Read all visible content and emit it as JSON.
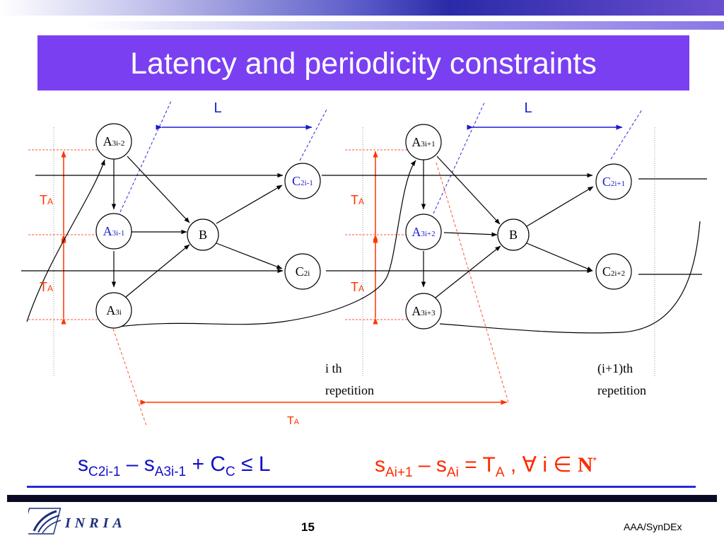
{
  "title": "Latency and periodicity constraints",
  "labels": {
    "L": "L",
    "TA_prefix": "T",
    "TA_sub": "A",
    "ith_line1": "i th",
    "ith_line2": "repetition",
    "i1th_line1": "(i+1)th",
    "i1th_line2": "repetition"
  },
  "nodes": {
    "a3i2": {
      "main": "A",
      "sub": "3i-2"
    },
    "a3i1": {
      "main": "A",
      "sub": "3i-1"
    },
    "a3i": {
      "main": "A",
      "sub": "3i"
    },
    "b1": {
      "main": "B",
      "sub": ""
    },
    "c2i1": {
      "main": "C",
      "sub": "2i-1"
    },
    "c2i": {
      "main": "C",
      "sub": "2i"
    },
    "a3ip1": {
      "main": "A",
      "sub": "3i+1"
    },
    "a3ip2": {
      "main": "A",
      "sub": "3i+2"
    },
    "a3ip3": {
      "main": "A",
      "sub": "3i+3"
    },
    "b2": {
      "main": "B",
      "sub": ""
    },
    "c2ip1": {
      "main": "C",
      "sub": "2i+1"
    },
    "c2ip2": {
      "main": "C",
      "sub": "2i+2"
    }
  },
  "equations": {
    "left": {
      "s1": "s",
      "s1_sub": "C2i-1",
      "minus": " – ",
      "s2": "s",
      "s2_sub": "A3i-1",
      "plus": " + ",
      "c": "C",
      "c_sub": "C",
      "leq": " ≤ ",
      "L": "L"
    },
    "right": {
      "s1": "s",
      "s1_sub": "Ai+1",
      "minus": " – ",
      "s2": "s",
      "s2_sub": "Ai",
      "eq": "  = ",
      "t": "T",
      "t_sub": "A",
      "forall": " , ∀ i ∈ ",
      "N": "N",
      "star": "*"
    }
  },
  "footer": {
    "logo_text": "INRIA",
    "page_number": "15",
    "right_text": "AAA/SynDEx"
  },
  "colors": {
    "title_bg": "#7b3ff2",
    "blue": "#1a1ad0",
    "red": "#ff3300",
    "black": "#000000"
  }
}
